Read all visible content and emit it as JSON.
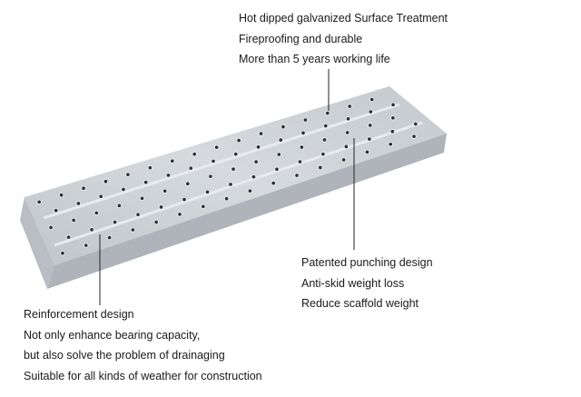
{
  "callouts": {
    "surface": [
      "Hot dipped galvanized Surface Treatment",
      "Fireproofing and durable",
      "More than 5 years working life"
    ],
    "punching": [
      "Patented punching design",
      "Anti-skid weight loss",
      "Reduce scaffold weight"
    ],
    "reinforcement": [
      "Reinforcement design",
      "Not only enhance bearing capacity,",
      "but also solve the problem of drainaging",
      "Suitable for all kinds of weather for construction"
    ]
  },
  "colors": {
    "steel_top": "#c9ced3",
    "steel_front": "#aeb4ba",
    "steel_end": "#b9bec4",
    "hole": "#2a2e33",
    "leader": "#222222"
  }
}
